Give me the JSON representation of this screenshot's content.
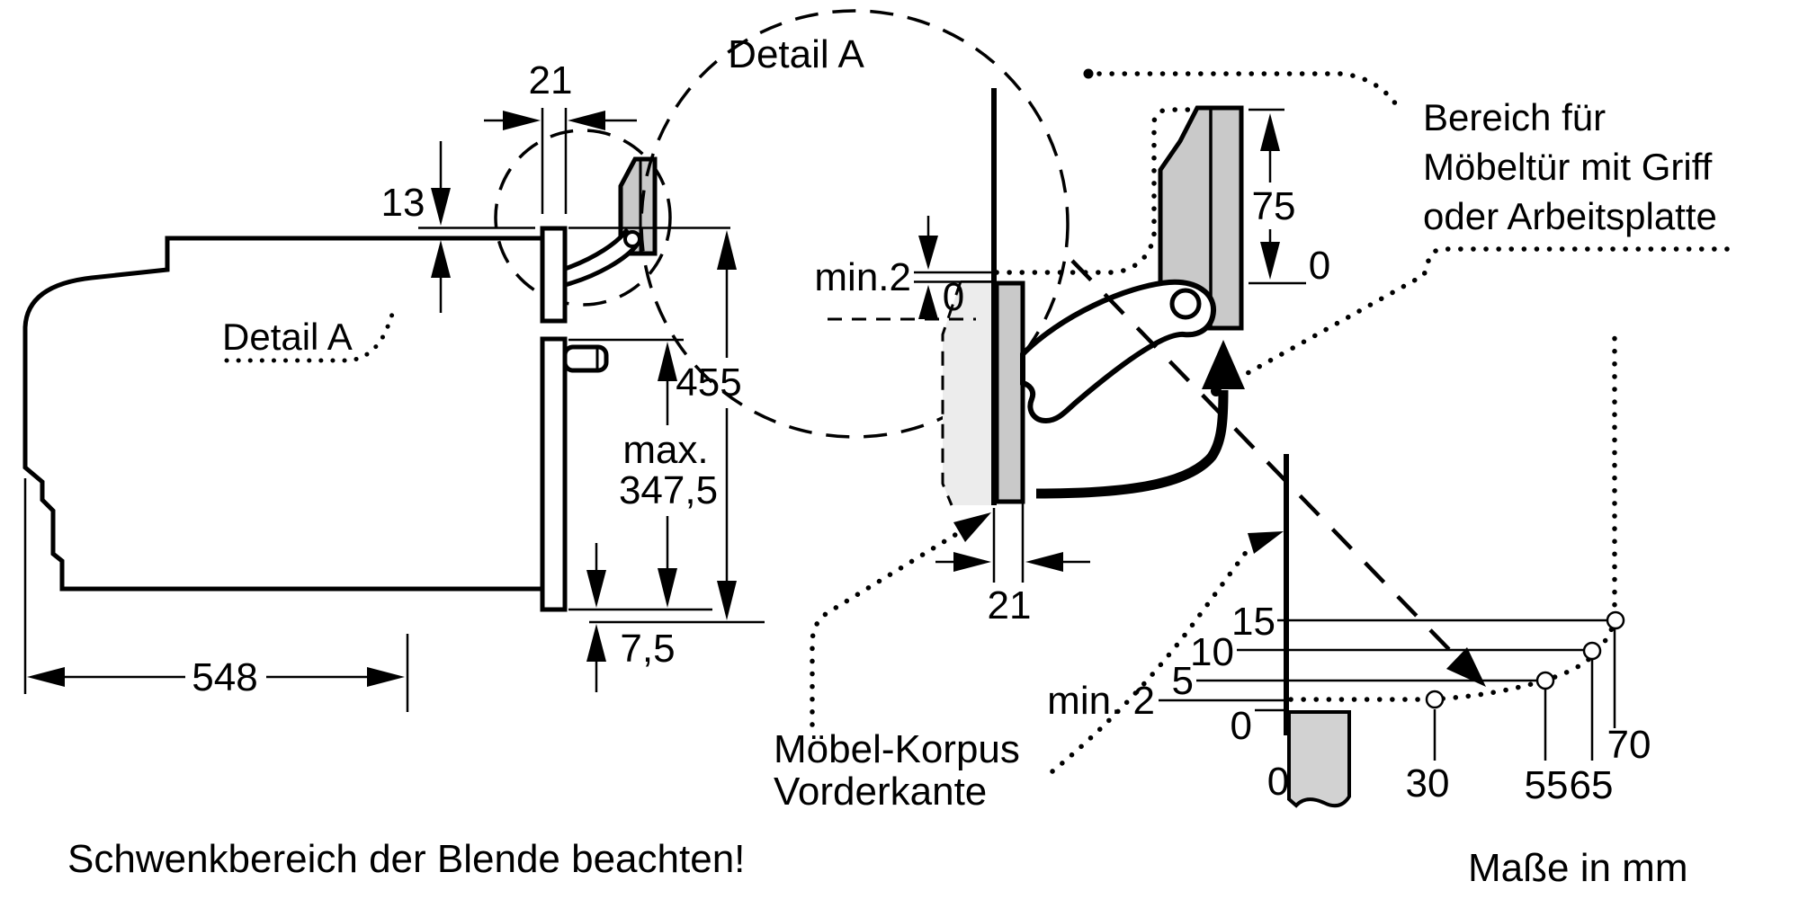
{
  "left": {
    "dim_21": "21",
    "dim_13": "13",
    "detail_label": "Detail A",
    "dim_455": "455",
    "dim_max": "max.",
    "dim_max_value": "347,5",
    "dim_7_5": "7,5",
    "dim_548": "548"
  },
  "detail": {
    "title": "Detail A",
    "dim_min2": "min.2",
    "dim_zero": "0",
    "dim_75": "75",
    "dim_75_zero": "0",
    "dim_21": "21",
    "region_note_lines": [
      "Bereich für",
      "Möbeltür mit Griff",
      "oder Arbeitsplatte"
    ]
  },
  "chart": {
    "y_labels": [
      "15",
      "10",
      "5",
      "min. 2",
      "0"
    ],
    "x_labels": [
      "0",
      "30",
      "55",
      "65",
      "70"
    ],
    "front_edge_lines": [
      "Möbel-Korpus",
      "Vorderkante"
    ]
  },
  "footer": {
    "warning": "Schwenkbereich der Blende beachten!",
    "units": "Maße in mm"
  },
  "colors": {
    "line": "#000000",
    "panel_gray": "#c9c9c9",
    "panel_light": "#ececec",
    "furniture_gray": "#d2d2d2",
    "background": "#ffffff"
  },
  "chart_data": {
    "type": "line",
    "x_tick_labels": [
      "0",
      "30",
      "55",
      "65",
      "70"
    ],
    "y_tick_labels": [
      "15",
      "10",
      "5",
      "min. 2",
      "0"
    ],
    "points": [
      {
        "x": 30,
        "y": 2
      },
      {
        "x": 55,
        "y": 5
      },
      {
        "x": 65,
        "y": 10
      },
      {
        "x": 70,
        "y": 15
      }
    ],
    "curve_style": "dotted",
    "note": "Maße in mm"
  }
}
